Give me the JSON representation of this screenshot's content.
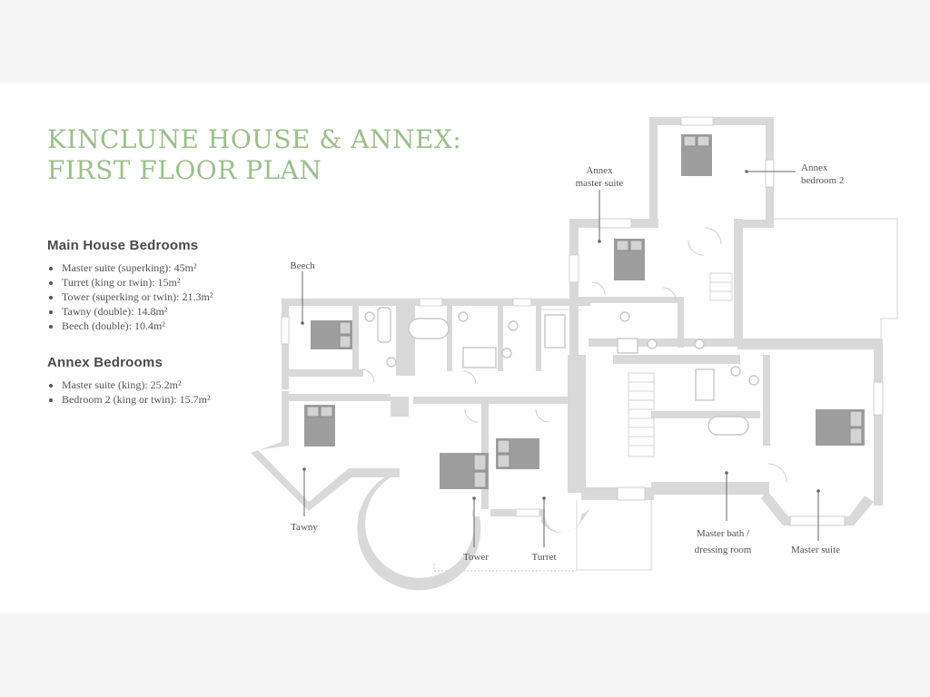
{
  "title": {
    "line1": "Kinclune House & Annex:",
    "line2": "First Floor Plan"
  },
  "main_house": {
    "heading": "Main House Bedrooms",
    "items": [
      "Master suite (superking): 45m²",
      "Turret (king or twin): 15m²",
      "Tower (superking or twin): 21.3m²",
      "Tawny (double): 14.8m²",
      "Beech (double): 10.4m²"
    ]
  },
  "annex": {
    "heading": "Annex Bedrooms",
    "items": [
      "Master suite (king): 25.2m²",
      "Bedroom 2 (king or twin): 15.7m²"
    ]
  },
  "plan_labels": {
    "annex_master_1": "Annex",
    "annex_master_2": "master suite",
    "annex_bed2_1": "Annex",
    "annex_bed2_2": "bedroom 2",
    "beech": "Beech",
    "tawny": "Tawny",
    "tower": "Tower",
    "turret": "Turret",
    "master_bath_1": "Master bath /",
    "master_bath_2": "dressing room",
    "master_suite": "Master suite"
  }
}
